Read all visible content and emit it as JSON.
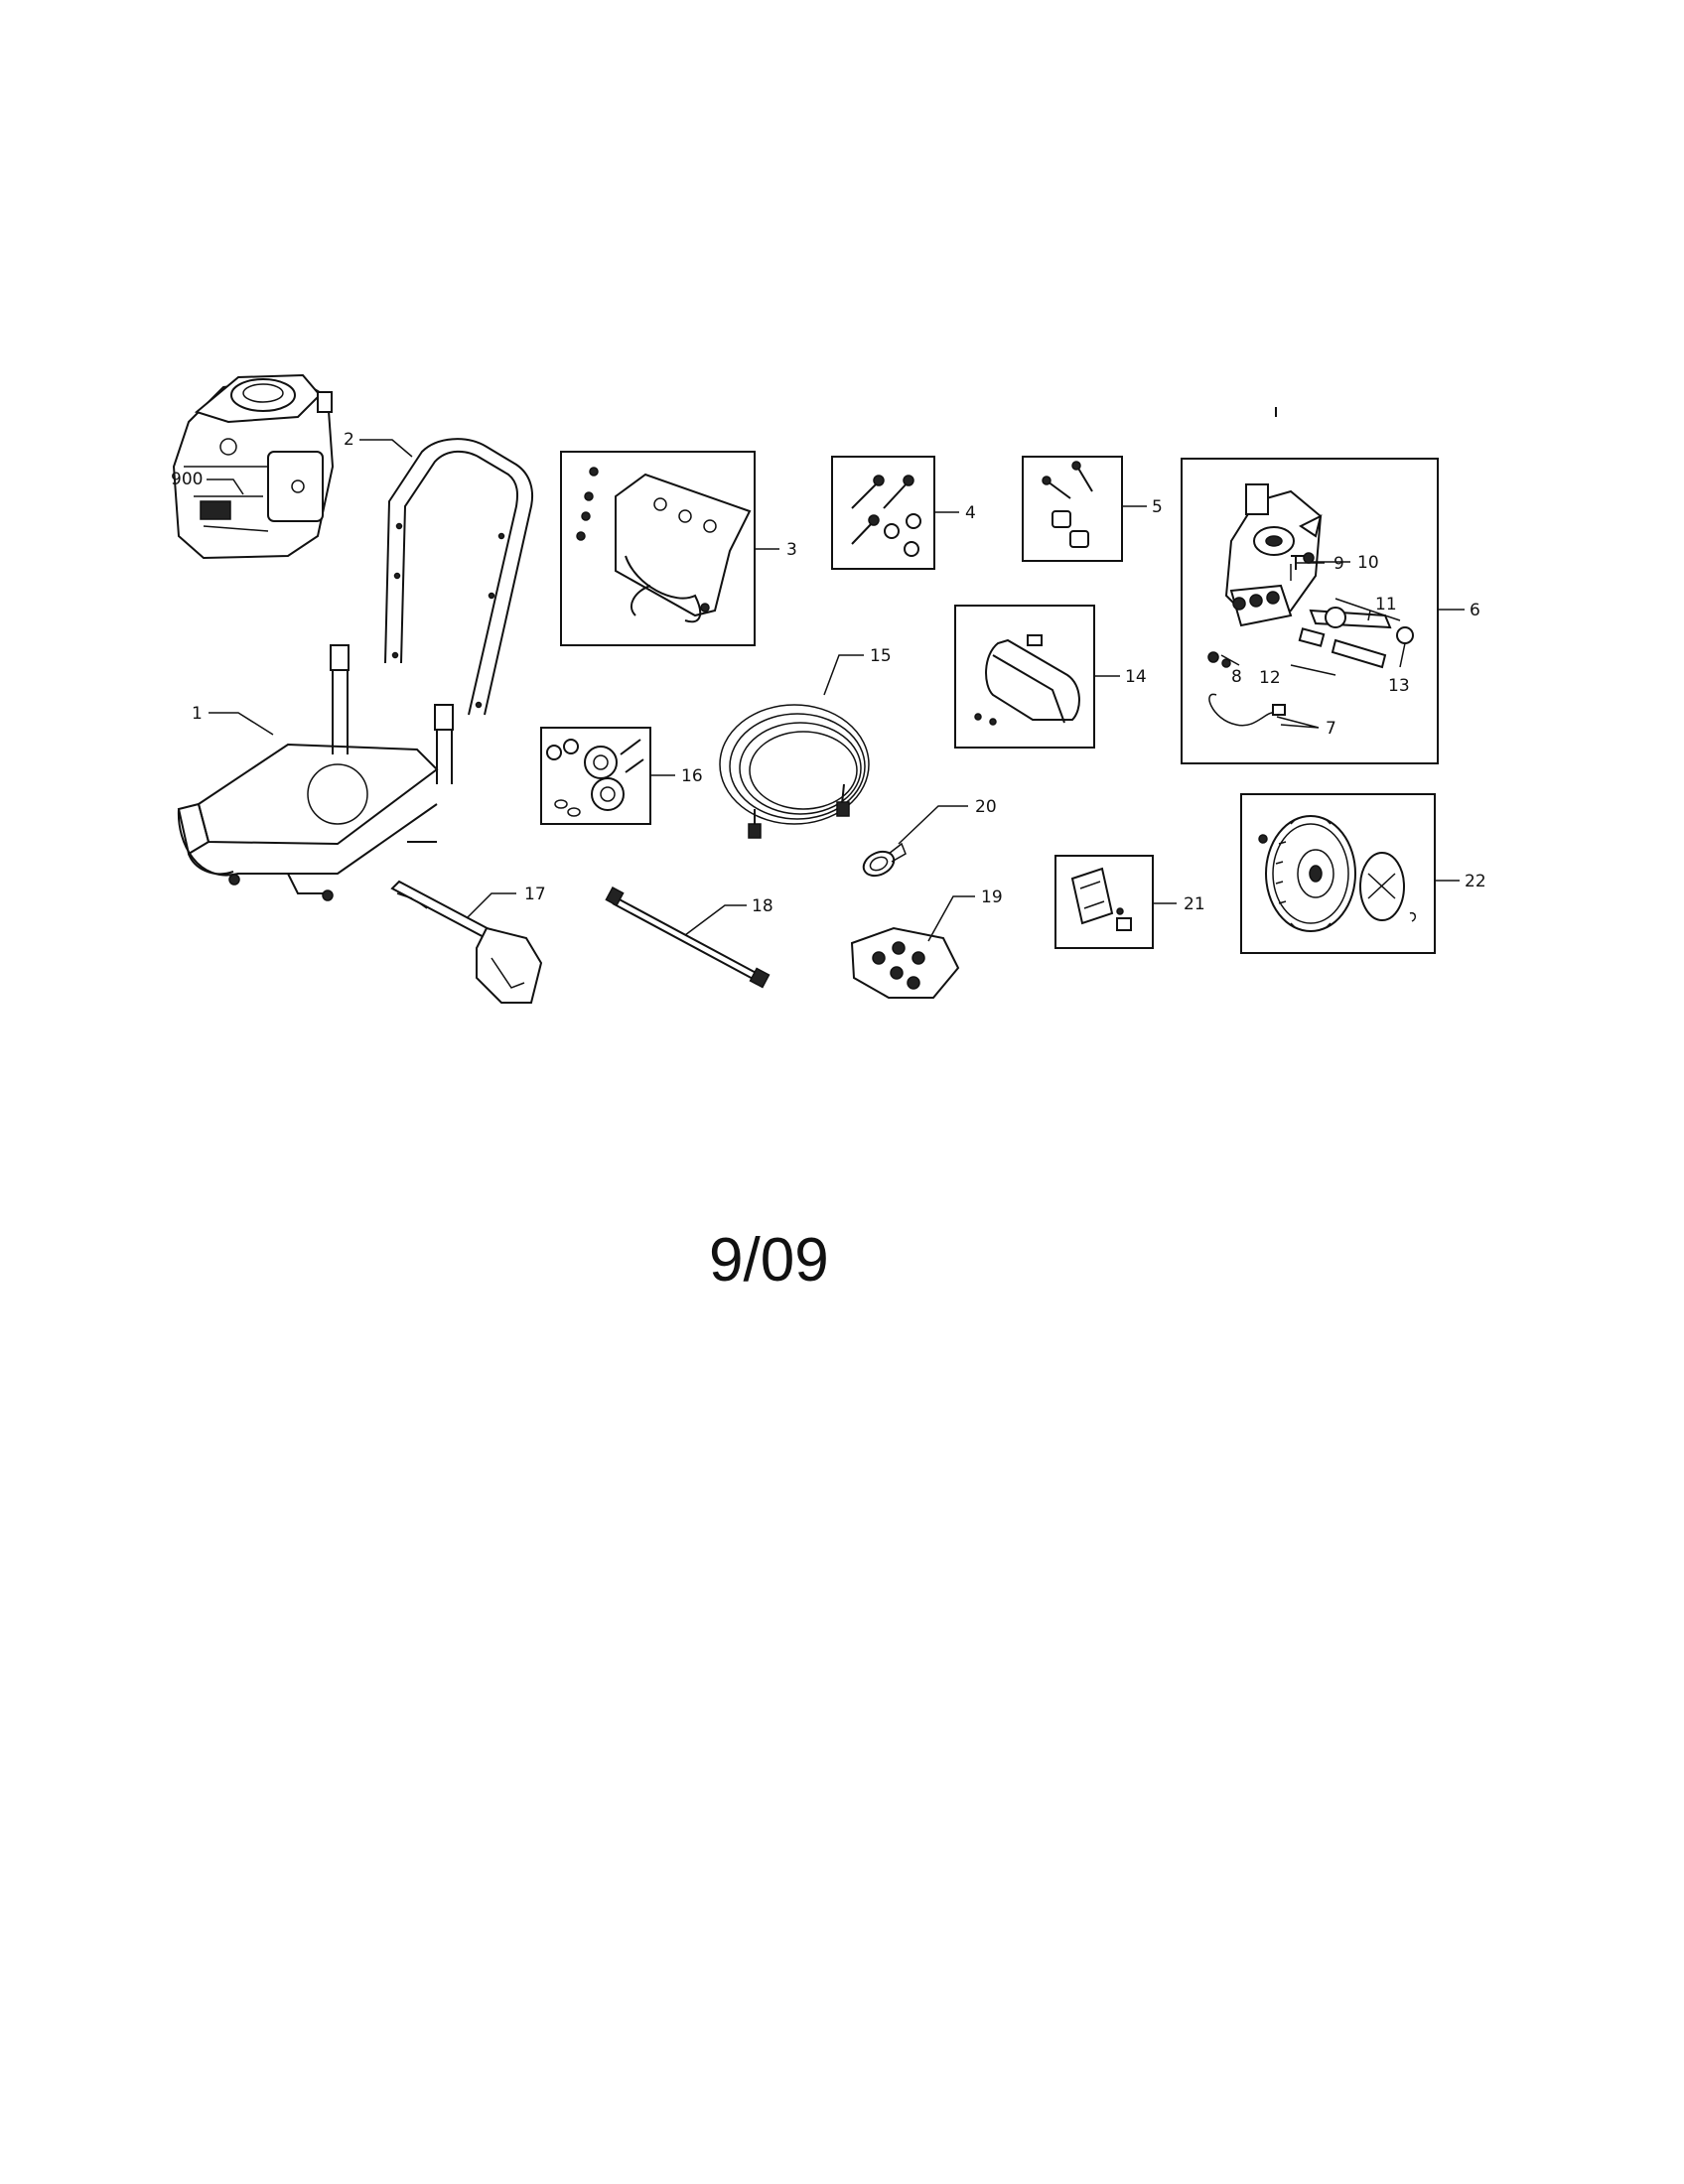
{
  "callouts": {
    "c900": "900",
    "c1": "1",
    "c2": "2",
    "c3": "3",
    "c4": "4",
    "c5": "5",
    "c6": "6",
    "c7": "7",
    "c8": "8",
    "c9": "9",
    "c10": "10",
    "c11": "11",
    "c12": "12",
    "c13": "13",
    "c14": "14",
    "c15": "15",
    "c16": "16",
    "c17": "17",
    "c18": "18",
    "c19": "19",
    "c20": "20",
    "c21": "21",
    "c22": "22"
  },
  "footer": {
    "date": "9/09"
  }
}
